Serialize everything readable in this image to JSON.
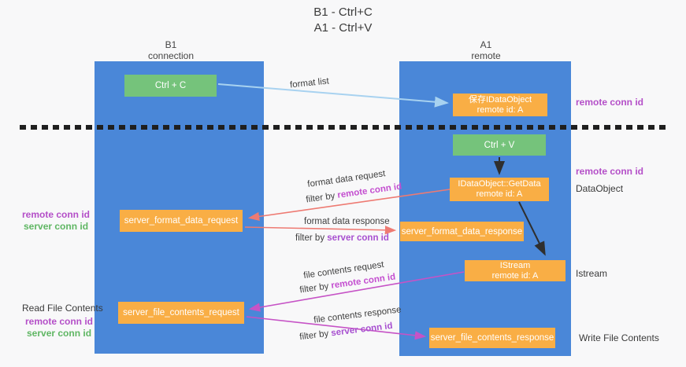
{
  "title": {
    "line1": "B1 - Ctrl+C",
    "line2": "A1 - Ctrl+V"
  },
  "lifelines": {
    "left": {
      "name": "B1",
      "role": "connection"
    },
    "right": {
      "name": "A1",
      "role": "remote"
    }
  },
  "nodes": {
    "ctrl_c": {
      "label": "Ctrl + C"
    },
    "save_idataobject": {
      "line1": "保存IDataObject",
      "line2": "remote id: A"
    },
    "ctrl_v": {
      "label": "Ctrl + V"
    },
    "idataobject_getdata": {
      "line1": "IDataObject::GetData",
      "line2": "remote id: A"
    },
    "istream": {
      "line1": "IStream",
      "line2": "remote id: A"
    },
    "server_format_data_request": {
      "label": "server_format_data_request"
    },
    "server_format_data_response": {
      "label": "server_format_data_response"
    },
    "server_file_contents_request": {
      "label": "server_file_contents_request"
    },
    "server_file_contents_response": {
      "label": "server_file_contents_response"
    }
  },
  "edge_labels": {
    "format_list": "format list",
    "format_data_request": "format data request",
    "format_data_response": "format data response",
    "file_contents_request": "file contents request",
    "file_contents_response": "file contents response",
    "filter_by": "filter by",
    "remote_conn_id": "remote conn id",
    "server_conn_id": "server conn id"
  },
  "margin_labels": {
    "left": {
      "format_remote_conn_id": "remote conn id",
      "format_server_conn_id": "server conn id",
      "read_file_contents": "Read File Contents",
      "file_remote_conn_id": "remote conn id",
      "file_server_conn_id": "server conn id"
    },
    "right": {
      "clipboard_remote_conn_id": "remote conn id",
      "paste_remote_conn_id": "remote conn id",
      "dataobject": "DataObject",
      "istream": "Istream",
      "write_file_contents": "Write File Contents"
    }
  },
  "colors": {
    "lifeline_blue": "#4a87d8",
    "action_green": "#75c37b",
    "message_orange": "#f9ae45",
    "arrow_light_blue": "#a8d2f0",
    "arrow_red": "#ee7a72",
    "arrow_magenta": "#c653c6",
    "arrow_black": "#2f2f2f",
    "conn_id_purple": "#b44fc8",
    "conn_id_green": "#5fb663"
  }
}
